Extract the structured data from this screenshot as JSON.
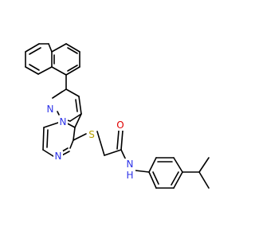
{
  "atoms": {
    "n_pyrazole": {
      "symbol": "N",
      "color": "#2d33e8"
    },
    "n_bridge": {
      "symbol": "N",
      "color": "#2d33e8"
    },
    "n_pyrazine": {
      "symbol": "N",
      "color": "#2d33e8"
    },
    "s_thioether": {
      "symbol": "S",
      "color": "#b8a000"
    },
    "o_carbonyl": {
      "symbol": "O",
      "color": "#e00000"
    },
    "n_amide": {
      "symbol": "N",
      "color": "#2d33e8"
    },
    "h_amide": {
      "symbol": "H",
      "color": "#2d33e8"
    }
  }
}
